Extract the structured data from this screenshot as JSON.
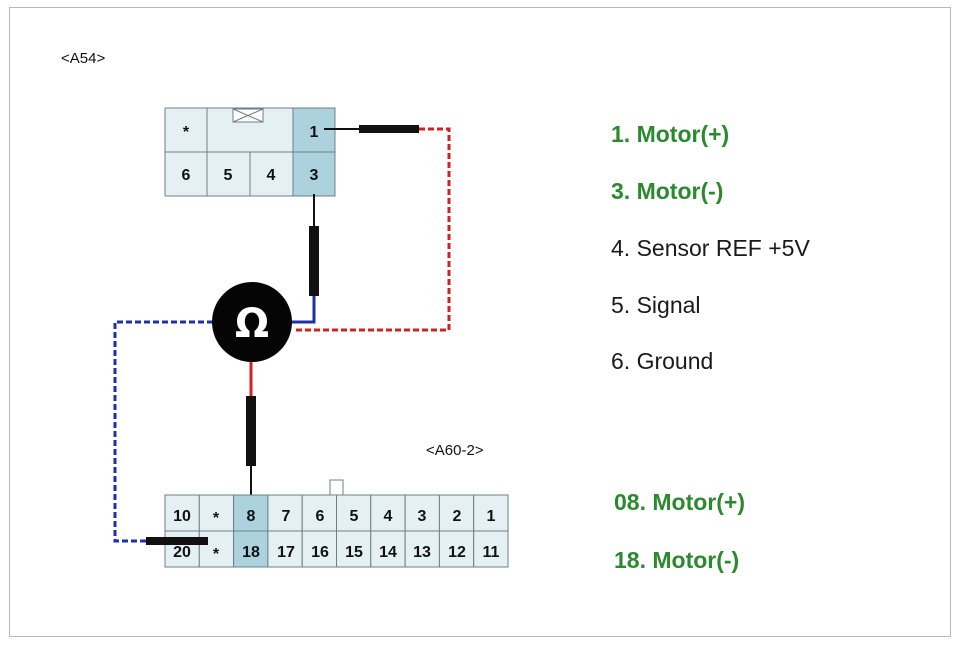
{
  "connectors": {
    "a54": {
      "label": "<A54>",
      "top_row": [
        "*",
        "1"
      ],
      "bottom_row": [
        "6",
        "5",
        "4",
        "3"
      ]
    },
    "a60": {
      "label": "<A60-2>",
      "top_row": [
        "10",
        "*",
        "8",
        "7",
        "6",
        "5",
        "4",
        "3",
        "2",
        "1"
      ],
      "bottom_row": [
        "20",
        "*",
        "18",
        "17",
        "16",
        "15",
        "14",
        "13",
        "12",
        "11"
      ]
    }
  },
  "meter_symbol": "Ω",
  "legend": {
    "a54_pins": [
      "1. Motor(+)",
      "3. Motor(-)",
      "4. Sensor REF +5V",
      "5. Signal",
      "6. Ground"
    ],
    "a60_pins": [
      "08. Motor(+)",
      "18. Motor(-)"
    ]
  },
  "colors": {
    "probe_positive": "#d42020",
    "probe_negative": "#1c2fb0",
    "highlight_text": "#2b8a2e",
    "pin_highlight": "#acd2de",
    "pin_cell": "#e5f0f4"
  },
  "icons": {
    "meter": "ohmmeter-icon",
    "connector_latch": "latch-icon"
  }
}
